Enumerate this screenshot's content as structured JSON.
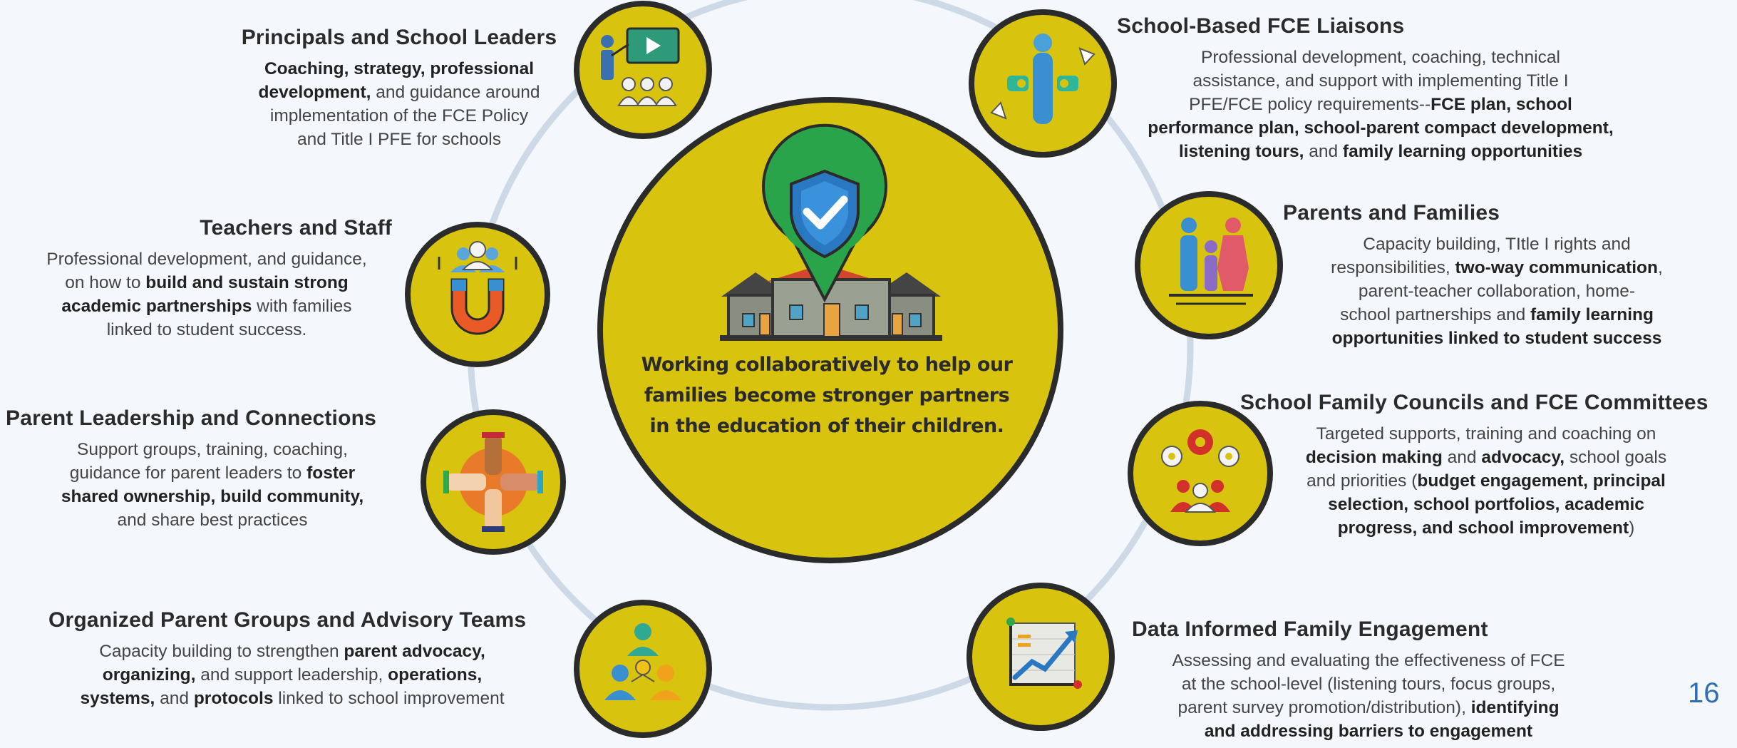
{
  "center": {
    "line1": "Working collaboratively to help our",
    "line2": "families become stronger partners",
    "line3": "in the education of their children."
  },
  "nodes": [
    {
      "id": "principals",
      "title": "Principals and School Leaders",
      "icon": "presentation-icon",
      "desc": [
        [
          "b",
          "Coaching, strategy, professional"
        ],
        [
          "br"
        ],
        [
          "b",
          "development,"
        ],
        [
          "t",
          " and guidance around"
        ],
        [
          "br"
        ],
        [
          "t",
          "implementation of the FCE Policy"
        ],
        [
          "br"
        ],
        [
          "t",
          "and Title I PFE for schools"
        ]
      ]
    },
    {
      "id": "liaisons",
      "title": "School-Based FCE Liaisons",
      "icon": "puzzle-person-icon",
      "desc": [
        [
          "t",
          "Professional development, coaching, technical"
        ],
        [
          "br"
        ],
        [
          "t",
          "assistance, and support with implementing Title I"
        ],
        [
          "br"
        ],
        [
          "t",
          "PFE/FCE policy requirements--"
        ],
        [
          "b",
          "FCE plan, school"
        ],
        [
          "br"
        ],
        [
          "b",
          "performance plan, school-parent compact development,"
        ],
        [
          "br"
        ],
        [
          "b",
          "listening tours,"
        ],
        [
          "t",
          " and "
        ],
        [
          "b",
          "family learning opportunities"
        ]
      ]
    },
    {
      "id": "teachers",
      "title": "Teachers and Staff",
      "icon": "magnet-people-icon",
      "desc": [
        [
          "t",
          "Professional development, and guidance,"
        ],
        [
          "br"
        ],
        [
          "t",
          "on how to "
        ],
        [
          "b",
          "build and sustain strong"
        ],
        [
          "br"
        ],
        [
          "b",
          "academic partnerships"
        ],
        [
          "t",
          " with families"
        ],
        [
          "br"
        ],
        [
          "t",
          "linked to student success."
        ]
      ]
    },
    {
      "id": "parents",
      "title": "Parents and Families",
      "icon": "family-icon",
      "desc": [
        [
          "t",
          "Capacity building, TItle I rights and"
        ],
        [
          "br"
        ],
        [
          "t",
          "responsibilities, "
        ],
        [
          "b",
          "two-way communication"
        ],
        [
          "t",
          ","
        ],
        [
          "br"
        ],
        [
          "t",
          "parent-teacher collaboration, home-"
        ],
        [
          "br"
        ],
        [
          "t",
          "school partnerships and "
        ],
        [
          "b",
          "family learning"
        ],
        [
          "br"
        ],
        [
          "b",
          "opportunities linked to student success"
        ]
      ]
    },
    {
      "id": "leadership",
      "title": "Parent Leadership and Connections",
      "icon": "joined-hands-icon",
      "desc": [
        [
          "t",
          "Support groups, training, coaching,"
        ],
        [
          "br"
        ],
        [
          "t",
          "guidance for parent leaders to "
        ],
        [
          "b",
          "foster"
        ],
        [
          "br"
        ],
        [
          "b",
          "shared ownership, build community,"
        ],
        [
          "br"
        ],
        [
          "t",
          "and share best practices"
        ]
      ]
    },
    {
      "id": "councils",
      "title": "School Family Councils and FCE Committees",
      "icon": "gears-people-icon",
      "desc": [
        [
          "t",
          "Targeted supports, training and coaching on"
        ],
        [
          "br"
        ],
        [
          "b",
          "decision making"
        ],
        [
          "t",
          " and "
        ],
        [
          "b",
          "advocacy,"
        ],
        [
          "t",
          " school goals"
        ],
        [
          "br"
        ],
        [
          "t",
          "and priorities ("
        ],
        [
          "b",
          "budget engagement, principal"
        ],
        [
          "br"
        ],
        [
          "b",
          "selection, school portfolios, academic"
        ],
        [
          "br"
        ],
        [
          "b",
          "progress, and school improvement"
        ],
        [
          "t",
          ")"
        ]
      ]
    },
    {
      "id": "groups",
      "title": "Organized Parent Groups and Advisory Teams",
      "icon": "team-idea-icon",
      "desc": [
        [
          "t",
          "Capacity building to strengthen "
        ],
        [
          "b",
          "parent advocacy,"
        ],
        [
          "br"
        ],
        [
          "b",
          "organizing,"
        ],
        [
          "t",
          " and support leadership, "
        ],
        [
          "b",
          "operations,"
        ],
        [
          "br"
        ],
        [
          "b",
          "systems,"
        ],
        [
          "t",
          " and "
        ],
        [
          "b",
          "protocols"
        ],
        [
          "t",
          " linked to school improvement"
        ]
      ]
    },
    {
      "id": "data",
      "title": "Data Informed Family Engagement",
      "icon": "growth-chart-icon",
      "desc": [
        [
          "t",
          "Assessing and evaluating the effectiveness of FCE"
        ],
        [
          "br"
        ],
        [
          "t",
          "at the school-level (listening tours, focus groups,"
        ],
        [
          "br"
        ],
        [
          "t",
          "parent survey promotion/distribution), "
        ],
        [
          "b",
          "identifying"
        ],
        [
          "br"
        ],
        [
          "b",
          "and addressing barriers to engagement"
        ]
      ]
    }
  ],
  "page_number": "16",
  "colors": {
    "ring": "#cdd9e6",
    "yellow": "#d8c40f",
    "outline": "#2b2b2b",
    "background": "#f4f8fc",
    "page_number": "#2f6db6"
  }
}
